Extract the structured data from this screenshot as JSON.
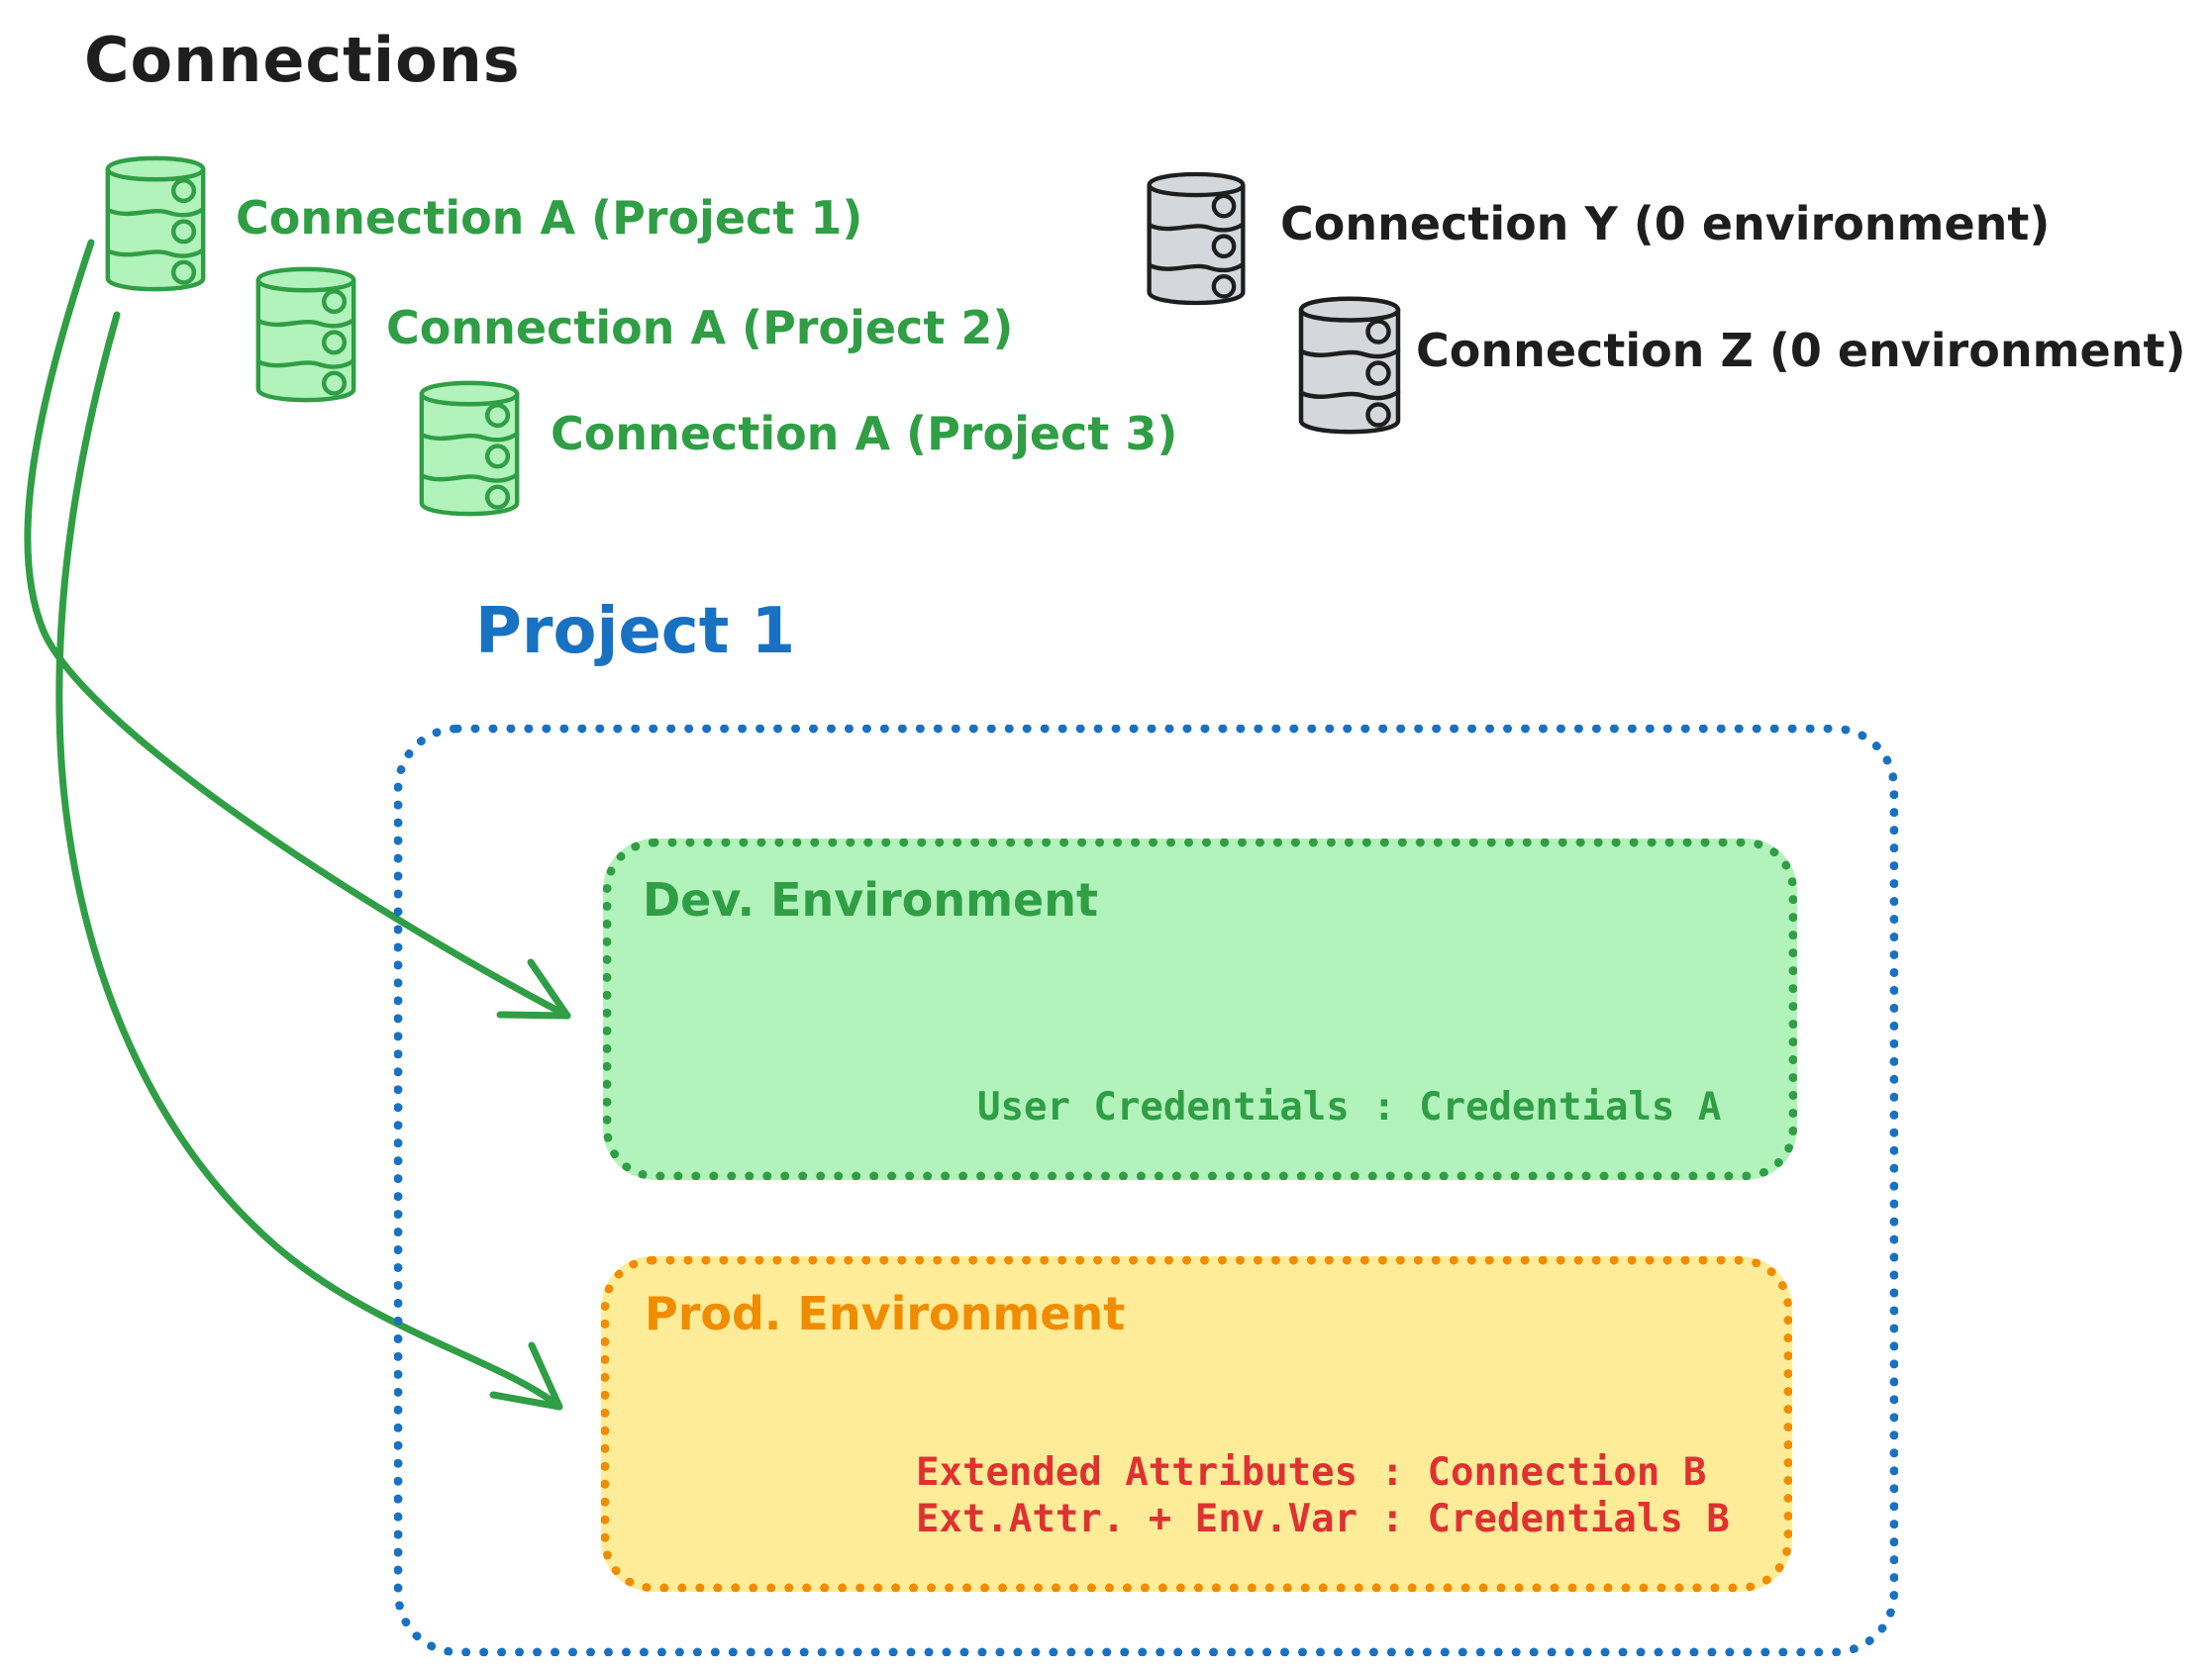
{
  "colors": {
    "ink": "#1e1e1e",
    "green_stroke": "#2f9e44",
    "green_fill": "#b2f2bb",
    "gray_fill": "#d4d8dd",
    "blue": "#1971c2",
    "orange": "#f08c00",
    "yellow_fill": "#ffec99",
    "red": "#e03131"
  },
  "header": {
    "title": "Connections"
  },
  "connections": {
    "project_scoped": [
      {
        "label": "Connection A (Project 1)",
        "icon": "database-icon",
        "color": "#2f9e44"
      },
      {
        "label": "Connection A (Project 2)",
        "icon": "database-icon",
        "color": "#2f9e44"
      },
      {
        "label": "Connection A (Project 3)",
        "icon": "database-icon",
        "color": "#2f9e44"
      }
    ],
    "unassigned": [
      {
        "label": "Connection Y (0 environment)",
        "icon": "database-icon",
        "color": "#1e1e1e"
      },
      {
        "label": "Connection Z (0 environment)",
        "icon": "database-icon",
        "color": "#1e1e1e"
      }
    ]
  },
  "project": {
    "title": "Project 1",
    "environments": [
      {
        "name": "Dev. Environment",
        "accent": "#2f9e44",
        "lines": [
          "User Credentials : Credentials A"
        ]
      },
      {
        "name": "Prod. Environment",
        "accent": "#f08c00",
        "lines": [
          "Extended Attributes : Connection B",
          "Ext.Attr. + Env.Var : Credentials B"
        ]
      }
    ]
  },
  "arrows": [
    {
      "from": "Connection A (Project 1)",
      "to": "Dev. Environment"
    },
    {
      "from": "Connection A (Project 1)",
      "to": "Prod. Environment"
    }
  ]
}
